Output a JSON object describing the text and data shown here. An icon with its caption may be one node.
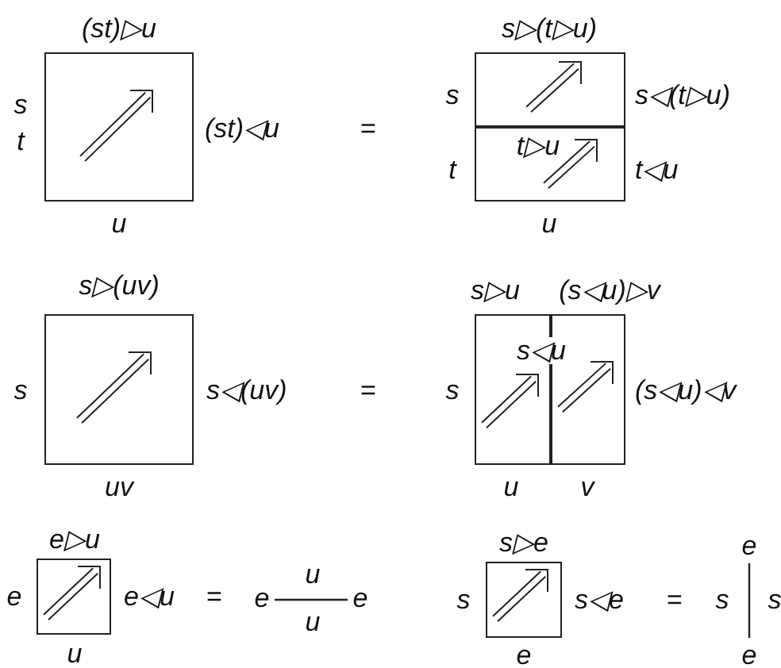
{
  "diagram": {
    "nodes": [
      {
        "text": [],
        "shape": "box",
        "beside": [
          "(st)▷u",
          "s",
          "t",
          "(st)◁u",
          "u"
        ]
      },
      {
        "text": [],
        "shape": "box",
        "beside": [
          "s▷(t▷u)",
          "s",
          "s◁(t▷u)"
        ]
      },
      {
        "text": [
          "t▷u"
        ],
        "beside": [
          "t",
          "t◁u",
          "u"
        ]
      },
      {
        "text": [],
        "shape": "box",
        "beside": [
          "s▷(uv)",
          "s",
          "s◁(uv)",
          "uv"
        ]
      },
      {
        "text": [],
        "shape": "box",
        "beside": [
          "s▷u",
          "s",
          "u"
        ]
      },
      {
        "text": [],
        "shape": "box",
        "beside": [
          "(s◁u)▷v",
          "(s◁u)◁v",
          "v"
        ]
      },
      {
        "text": [],
        "shape": "box",
        "beside": [
          "e▷u",
          "e",
          "e◁u",
          "u"
        ]
      },
      {
        "text": [],
        "shape": "box",
        "beside": [
          "s▷e",
          "s",
          "s◁e",
          "e"
        ]
      }
    ],
    "labels": [
      "=",
      "s◁u",
      "=",
      "=",
      "e",
      "u",
      "u",
      "e",
      "=",
      "e",
      "s",
      "s",
      "e"
    ]
  }
}
